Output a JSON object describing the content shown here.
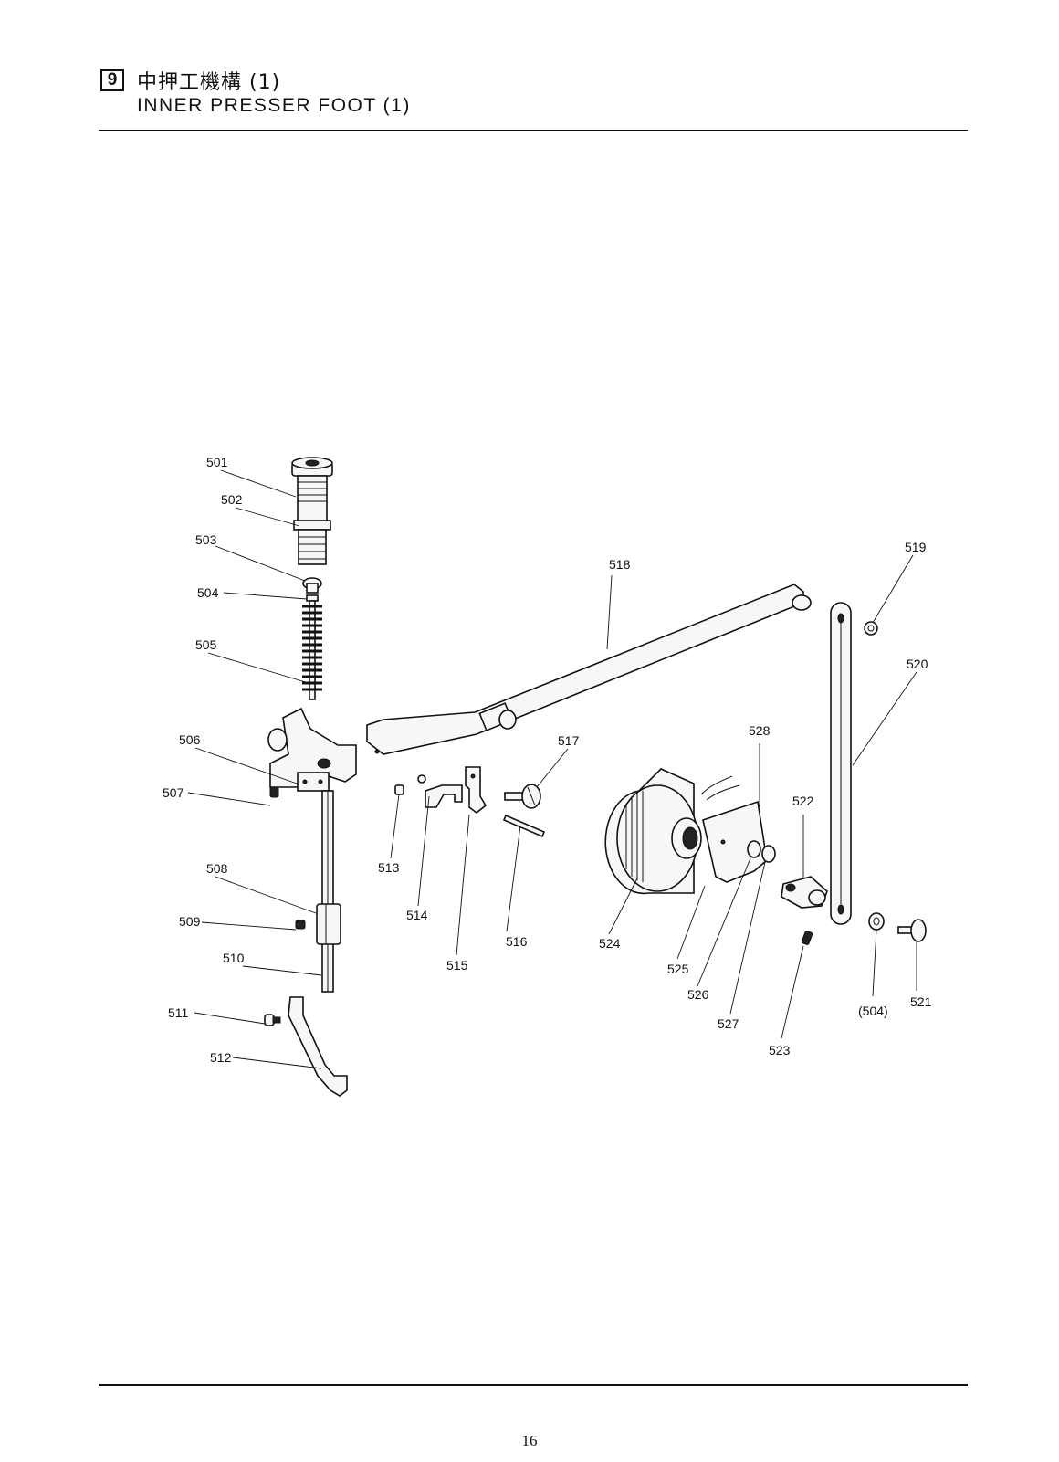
{
  "header": {
    "section_number": "9",
    "title_jp": "中押工機構 (1)",
    "title_en": "INNER PRESSER FOOT (1)"
  },
  "footer": {
    "page_number": "16"
  },
  "callouts": {
    "c501": "501",
    "c502": "502",
    "c503": "503",
    "c504": "504",
    "c505": "505",
    "c506": "506",
    "c507": "507",
    "c508": "508",
    "c509": "509",
    "c510": "510",
    "c511": "511",
    "c512": "512",
    "c513": "513",
    "c514": "514",
    "c515": "515",
    "c516": "516",
    "c517": "517",
    "c518": "518",
    "c519": "519",
    "c520": "520",
    "c521": "521",
    "c522": "522",
    "c523": "523",
    "c524": "524",
    "c525": "525",
    "c526": "526",
    "c527": "527",
    "c528": "528",
    "c504_ref": "(504)"
  }
}
